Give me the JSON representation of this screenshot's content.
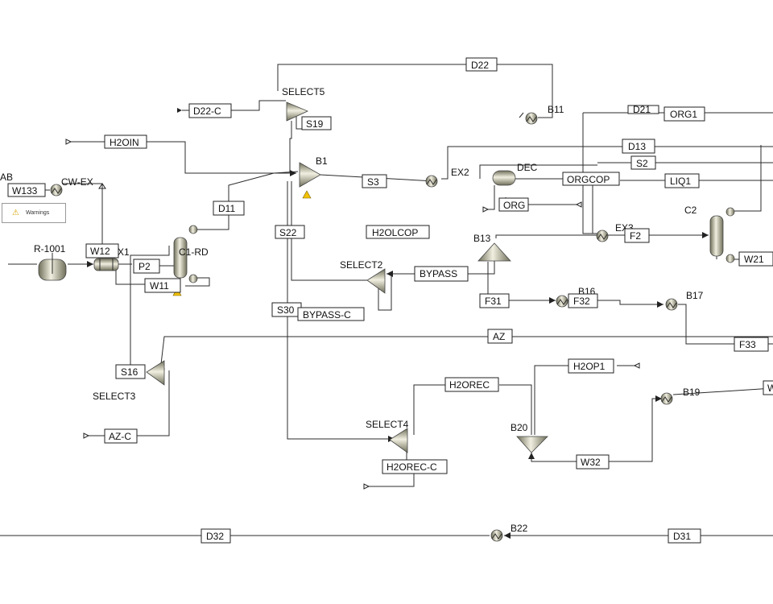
{
  "flowsheet": {
    "stream_labels": {
      "D22": "D22",
      "D22_C": "D22-C",
      "S19": "S19",
      "H2OIN": "H2OIN",
      "W133": "W133",
      "D11": "D11",
      "S3": "S3",
      "S2": "S2",
      "D13": "D13",
      "D21": "D21",
      "ORG1": "ORG1",
      "LIQ1": "LIQ1",
      "ORGCOP": "ORGCOP",
      "ORG": "ORG",
      "S22": "S22",
      "H2OLCOP": "H2OLCOP",
      "F2": "F2",
      "W21": "W21",
      "W12": "W12",
      "P2": "P2",
      "W11": "W11",
      "BYPASS": "BYPASS",
      "BYPASS_C": "BYPASS-C",
      "S30": "S30",
      "F31": "F31",
      "F32": "F32",
      "AZ": "AZ",
      "F33": "F33",
      "S16": "S16",
      "H2OP1": "H2OP1",
      "H2OREC": "H2OREC",
      "H2OREC_C": "H2OREC-C",
      "W32": "W32",
      "AZ_C": "AZ-C",
      "D32": "D32",
      "D31": "D31",
      "W_edge": "W"
    },
    "block_labels": {
      "SELECT5": "SELECT5",
      "B1": "B1",
      "CW_EX": "CW-EX",
      "AB": "AB",
      "R1001": "R-1001",
      "C1RD": "C1-RD",
      "X1": "X1",
      "EX2": "EX2",
      "DEC": "DEC",
      "B11": "B11",
      "B13": "B13",
      "EX3": "EX3",
      "C2": "C2",
      "SELECT2": "SELECT2",
      "B16": "B16",
      "B17": "B17",
      "SELECT3": "SELECT3",
      "B19": "B19",
      "B20": "B20",
      "SELECT4": "SELECT4",
      "B22": "B22"
    },
    "warnings_label": "Warnings"
  }
}
